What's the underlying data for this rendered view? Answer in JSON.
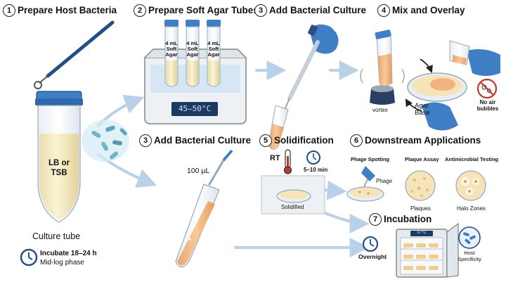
{
  "steps": {
    "s1": {
      "num": "1",
      "title": "Prepare Host Bacteria"
    },
    "s2": {
      "num": "2",
      "title": "Prepare Soft Agar Tubes"
    },
    "s3a": {
      "num": "3",
      "title": "Add Bacterial Culture"
    },
    "s4": {
      "num": "4",
      "title": "Mix and Overlay"
    },
    "s3b": {
      "num": "3",
      "title": "Add Bacterial Culture"
    },
    "s5": {
      "num": "5",
      "title": "Solidification"
    },
    "s6": {
      "num": "6",
      "title": "Downstream Applications"
    },
    "s7": {
      "num": "7",
      "title": "Incubation"
    }
  },
  "labels": {
    "medium_line1": "LB or",
    "medium_line2": "TSB",
    "culture_tube": "Culture tube",
    "incubate_line1": "Incubate 18–24 h",
    "incubate_line2": "Mid-log phase",
    "soft_agar_l1": "4 mL",
    "soft_agar_l2": "Soft",
    "soft_agar_l3": "Agar",
    "temperature": "45–50°C",
    "vortex": "vortex",
    "agar_base_l1": "Agar",
    "agar_base_l2": "Base",
    "no_air_l1": "No air",
    "no_air_l2": "bubbles",
    "volume": "100 µL",
    "rt": "RT",
    "time": "5–10 min",
    "solidified": "Solidified",
    "phage_spotting": "Phage Spotting",
    "phage": "Phage",
    "plaque_assay": "Plaque Assay",
    "plaques": "Plaques",
    "antimicrobial": "Antimicrobial Testing",
    "halo_zones": "Halo Zones",
    "overnight": "Overnight",
    "host_l1": "Host",
    "host_l2": "Specificity",
    "incubator_temp": "37°C"
  },
  "colors": {
    "blue_glove": "#3f7fc6",
    "dark_blue": "#2a4f86",
    "culture_yellow": "#f3e6a8",
    "agar_orange": "#f0b47c",
    "arrow": "#b8d0e8",
    "plate": "#f6e4b8"
  }
}
